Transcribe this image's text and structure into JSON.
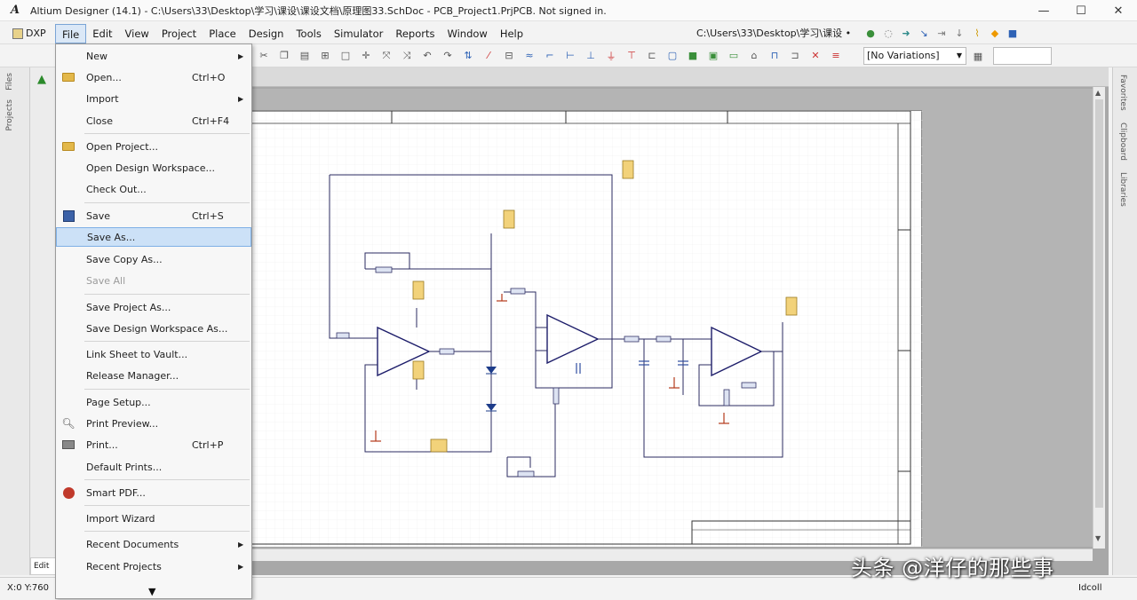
{
  "app": {
    "logo": "A",
    "title": "Altium Designer (14.1) - C:\\Users\\33\\Desktop\\学习\\课设\\课设文档\\原理图33.SchDoc - PCB_Project1.PrjPCB. Not signed in."
  },
  "window_controls": {
    "minimize": "—",
    "maximize": "☐",
    "close": "✕"
  },
  "menubar": {
    "dxp": "DXP",
    "items": [
      "File",
      "Edit",
      "View",
      "Project",
      "Place",
      "Design",
      "Tools",
      "Simulator",
      "Reports",
      "Window",
      "Help"
    ],
    "path": "C:\\Users\\33\\Desktop\\学习\\课设 •"
  },
  "toolbar": {
    "variations": "[No Variations]"
  },
  "left_panel": {
    "tabs": [
      "Files",
      "Projects"
    ],
    "bottom_label": "Edit"
  },
  "right_panel": {
    "tabs": [
      "Favorites",
      "Clipboard",
      "Libraries"
    ]
  },
  "status": {
    "coords": "X:0 Y:760",
    "right": "Idcoll"
  },
  "file_menu": {
    "items": [
      {
        "label": "New",
        "shortcut": "",
        "submenu": true,
        "disabled": false,
        "icon": ""
      },
      {
        "label": "Open...",
        "shortcut": "Ctrl+O",
        "submenu": false,
        "disabled": false,
        "icon": "folder-icon"
      },
      {
        "label": "Import",
        "shortcut": "",
        "submenu": true,
        "disabled": false,
        "icon": ""
      },
      {
        "label": "Close",
        "shortcut": "Ctrl+F4",
        "submenu": false,
        "disabled": false,
        "icon": ""
      },
      {
        "label": "Open Project...",
        "shortcut": "",
        "submenu": false,
        "disabled": false,
        "icon": "folder-icon"
      },
      {
        "label": "Open Design Workspace...",
        "shortcut": "",
        "submenu": false,
        "disabled": false,
        "icon": ""
      },
      {
        "label": "Check Out...",
        "shortcut": "",
        "submenu": false,
        "disabled": false,
        "icon": ""
      },
      {
        "label": "Save",
        "shortcut": "Ctrl+S",
        "submenu": false,
        "disabled": false,
        "icon": "disk-icon"
      },
      {
        "label": "Save As...",
        "shortcut": "",
        "submenu": false,
        "disabled": false,
        "icon": "",
        "highlighted": true
      },
      {
        "label": "Save Copy As...",
        "shortcut": "",
        "submenu": false,
        "disabled": false,
        "icon": ""
      },
      {
        "label": "Save All",
        "shortcut": "",
        "submenu": false,
        "disabled": true,
        "icon": ""
      },
      {
        "label": "Save Project As...",
        "shortcut": "",
        "submenu": false,
        "disabled": false,
        "icon": ""
      },
      {
        "label": "Save Design Workspace As...",
        "shortcut": "",
        "submenu": false,
        "disabled": false,
        "icon": ""
      },
      {
        "label": "Link Sheet to Vault...",
        "shortcut": "",
        "submenu": false,
        "disabled": false,
        "icon": ""
      },
      {
        "label": "Release Manager...",
        "shortcut": "",
        "submenu": false,
        "disabled": false,
        "icon": ""
      },
      {
        "label": "Page Setup...",
        "shortcut": "",
        "submenu": false,
        "disabled": false,
        "icon": ""
      },
      {
        "label": "Print Preview...",
        "shortcut": "",
        "submenu": false,
        "disabled": false,
        "icon": "print-preview-icon"
      },
      {
        "label": "Print...",
        "shortcut": "Ctrl+P",
        "submenu": false,
        "disabled": false,
        "icon": "printer-icon"
      },
      {
        "label": "Default Prints...",
        "shortcut": "",
        "submenu": false,
        "disabled": false,
        "icon": ""
      },
      {
        "label": "Smart PDF...",
        "shortcut": "",
        "submenu": false,
        "disabled": false,
        "icon": "pdf-icon"
      },
      {
        "label": "Import Wizard",
        "shortcut": "",
        "submenu": false,
        "disabled": false,
        "icon": ""
      },
      {
        "label": "Recent Documents",
        "shortcut": "",
        "submenu": true,
        "disabled": false,
        "icon": ""
      },
      {
        "label": "Recent Projects",
        "shortcut": "",
        "submenu": true,
        "disabled": false,
        "icon": ""
      }
    ],
    "more_indicator": "▼"
  },
  "watermark": "头条 @洋仔的那些事"
}
